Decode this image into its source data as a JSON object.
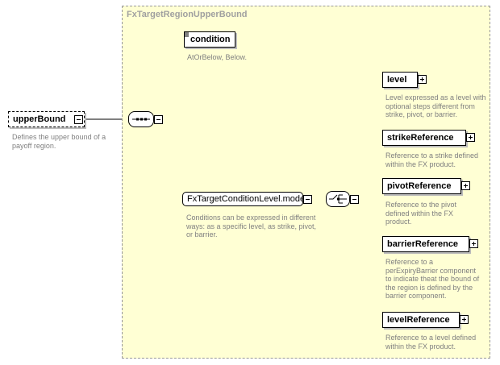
{
  "region": {
    "title": "FxTargetRegionUpperBound"
  },
  "root": {
    "name": "upperBound",
    "description": "Defines the upper bound of a payoff region."
  },
  "condition": {
    "name": "condition",
    "description": "AtOrBelow, Below."
  },
  "model": {
    "name": "FxTargetConditionLevel.model",
    "description": "Conditions can be expressed in different ways: as a specific level, as strike, pivot, or barrier."
  },
  "choices": [
    {
      "name": "level",
      "description": "Level expressed as a level with optional steps different from strike, pivot, or barrier."
    },
    {
      "name": "strikeReference",
      "description": "Reference to a strike defined within the FX product."
    },
    {
      "name": "pivotReference",
      "description": "Reference to the pivot defined within the FX product."
    },
    {
      "name": "barrierReference",
      "description": "Reference to a perExpiryBarrier component to indicate theat the bound of the region is defined by the barrier component."
    },
    {
      "name": "levelReference",
      "description": "Reference to a level defined within the FX product."
    }
  ]
}
